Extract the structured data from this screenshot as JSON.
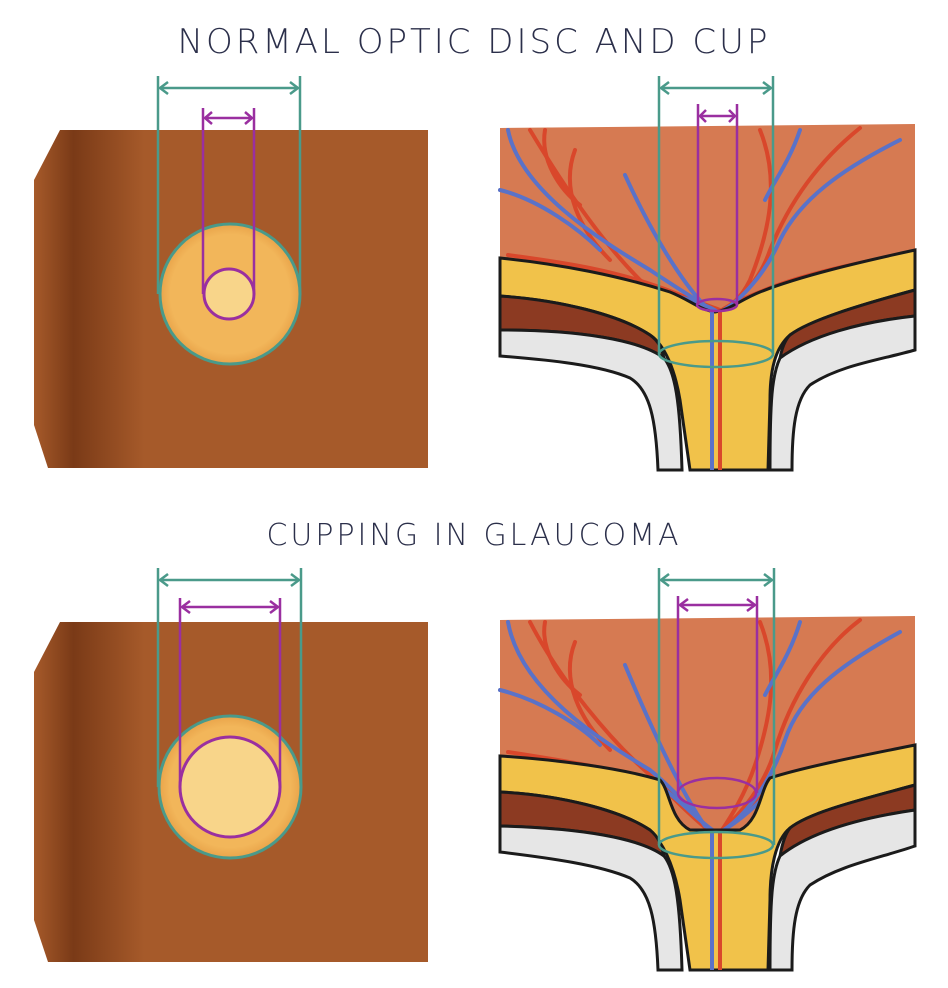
{
  "titles": {
    "normal": "NORMAL OPTIC DISC AND CUP",
    "glaucoma": "CUPPING IN GLAUCOMA"
  },
  "colors": {
    "fundus_dark": "#7a3a17",
    "fundus": "#a65a2a",
    "disc": "#f2b65a",
    "cup": "#f8d58a",
    "disc_outline": "#4a9a8a",
    "cup_outline": "#9a2fa0",
    "retina": "#d67a52",
    "artery": "#d9472b",
    "vein": "#5a72c8",
    "nerve_layer": "#f1c24a",
    "choroid": "#8c3a22",
    "sclera": "#e6e6e6"
  },
  "panels": [
    {
      "id": "normal-fundus",
      "view": "fundus-front",
      "cup_to_disc": "small"
    },
    {
      "id": "normal-cross-section",
      "view": "cross-section",
      "cup": "shallow"
    },
    {
      "id": "glaucoma-fundus",
      "view": "fundus-front",
      "cup_to_disc": "large"
    },
    {
      "id": "glaucoma-cross-section",
      "view": "cross-section",
      "cup": "deep"
    }
  ]
}
